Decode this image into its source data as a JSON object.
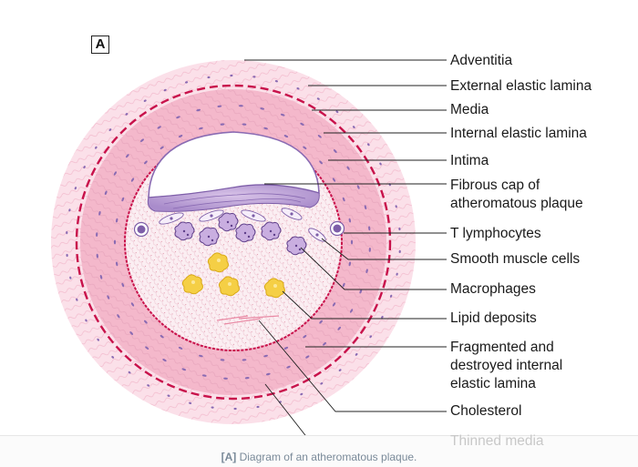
{
  "panel_letter": "A",
  "labels": {
    "adventitia": "Adventitia",
    "external_elastic_lamina": "External elastic lamina",
    "media": "Media",
    "internal_elastic_lamina": "Internal elastic lamina",
    "intima": "Intima",
    "fibrous_cap": "Fibrous cap of\natheromatous plaque",
    "t_lymphocytes": "T lymphocytes",
    "smooth_muscle_cells": "Smooth muscle cells",
    "macrophages": "Macrophages",
    "lipid_deposits": "Lipid deposits",
    "fragmented_lamina": "Fragmented and\ndestroyed internal\nelastic lamina",
    "cholesterol": "Cholesterol",
    "thinned_media": "Thinned media"
  },
  "caption": {
    "tag": "[A]",
    "text": " Diagram of an atheromatous plaque."
  },
  "colors": {
    "adventitia": "#fbe0e9",
    "media": "#f4b3c7",
    "lamina": "#c8124b",
    "intima": "#fbeaef",
    "cell_purple": "#7d5ea8",
    "lipid": "#f5cf45"
  }
}
